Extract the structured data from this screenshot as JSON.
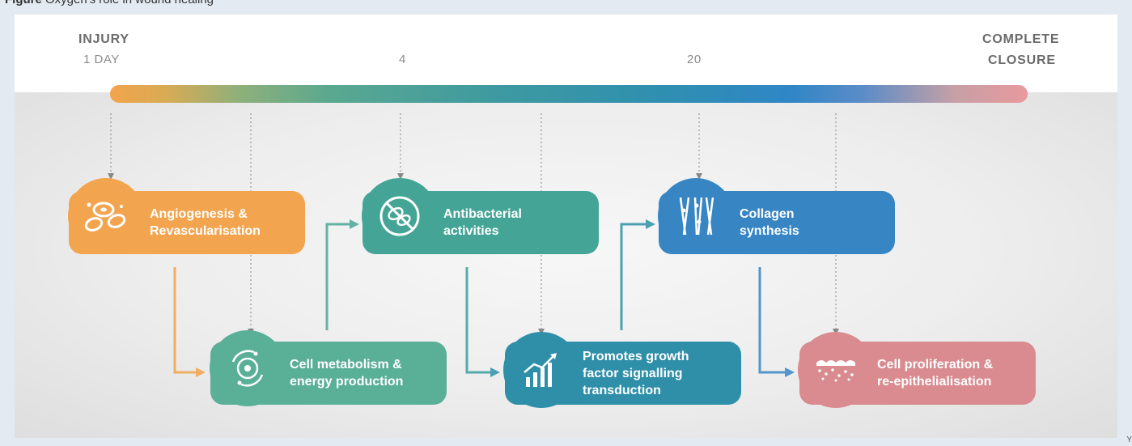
{
  "caption": {
    "prefix": "Figure",
    "text": "Oxygen's role in wound healing"
  },
  "timeline": {
    "start_label": "INJURY",
    "start_day": "1 DAY",
    "mid1": "4",
    "mid2": "20",
    "end_label_1": "COMPLETE",
    "end_label_2": "CLOSURE"
  },
  "boxes": {
    "angiogenesis": {
      "line1": "Angiogenesis &",
      "line2": "Revascularisation",
      "icon": "blood-cells-icon",
      "color": "#f3a44e"
    },
    "antibacterial": {
      "line1": "Antibacterial",
      "line2": "activities",
      "icon": "bacteria-prohibited-icon",
      "color": "#44a596"
    },
    "collagen": {
      "line1": "Collagen",
      "line2": "synthesis",
      "icon": "collagen-fibers-icon",
      "color": "#3885c4"
    },
    "metabolism": {
      "line1": "Cell metabolism &",
      "line2": "energy production",
      "icon": "cell-cycle-icon",
      "color": "#5aaf97"
    },
    "growth": {
      "line1": "Promotes growth",
      "line2": "factor signalling",
      "line3": "transduction",
      "icon": "growth-chart-icon",
      "color": "#2f8fa8"
    },
    "proliferation": {
      "line1": "Cell proliferation &",
      "line2": "re-epithelialisation",
      "icon": "skin-cells-icon",
      "color": "#d98b8f"
    }
  },
  "corner_mark": "Y"
}
